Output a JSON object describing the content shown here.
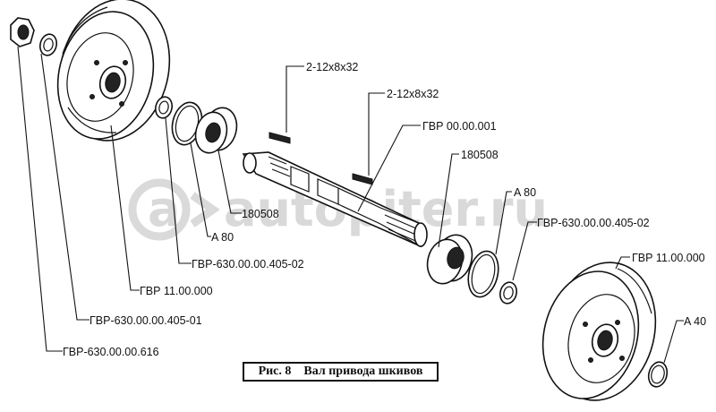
{
  "watermark": "autopiter.ru",
  "caption": {
    "figure": "Рис. 8",
    "title": "Вал привода шкивов"
  },
  "labels": {
    "key_top": "2-12x8x32",
    "key_right": "2-12x8x32",
    "shaft": "ГВР 00.00.001",
    "bearing_right": "180508",
    "bearing_left": "180508",
    "ring_a80_right": "A 80",
    "ring_a80_left": "A 80",
    "washer_right": "ГВР-630.00.00.405-02",
    "washer_left": "ГВР-630.00.00.405-02",
    "pulley_right": "ГВР 11.00.000",
    "pulley_left": "ГВР 11.00.000",
    "ring_a40": "A 40",
    "washer_01": "ГВР-630.00.00.405-01",
    "nut": "ГВР-630.00.00.616"
  }
}
